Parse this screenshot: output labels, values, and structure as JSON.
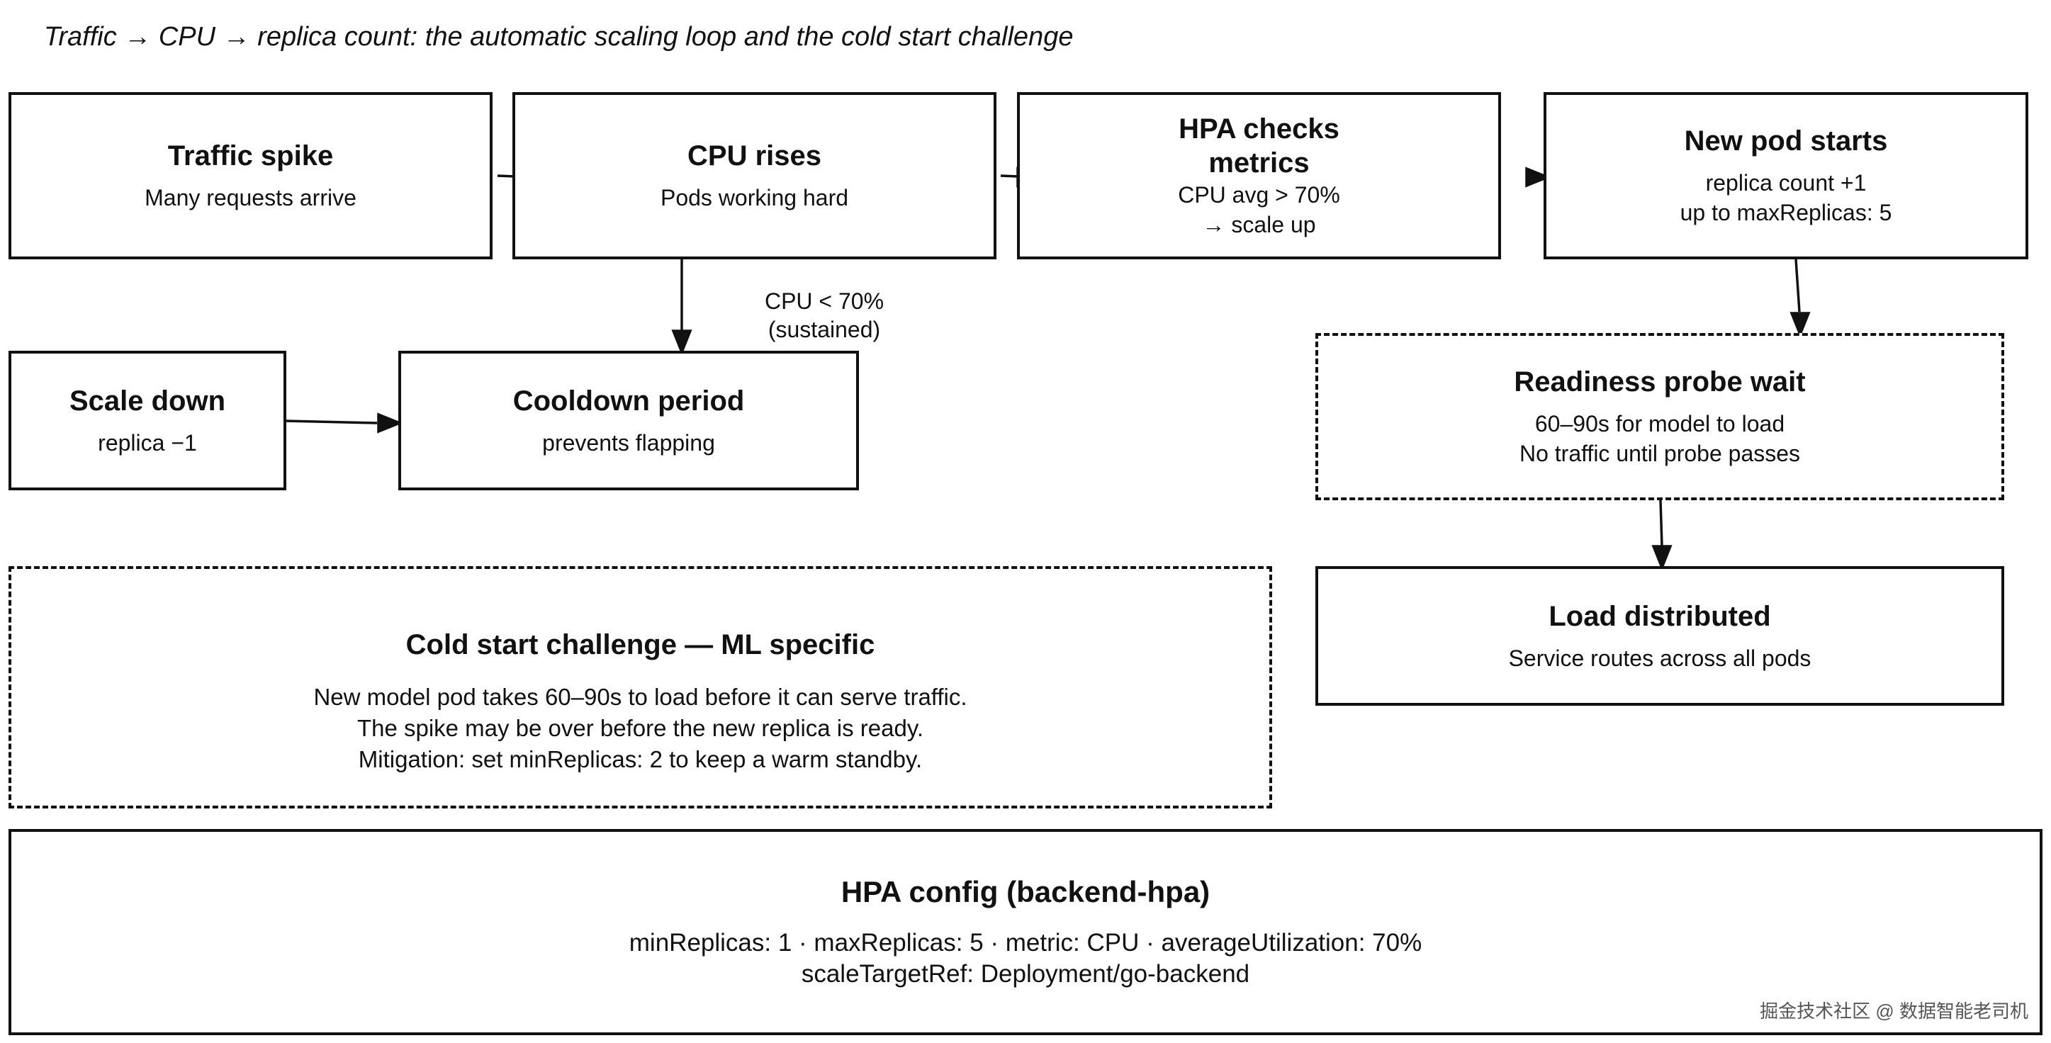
{
  "title": "Traffic → CPU → replica count: the automatic scaling loop and the cold start challenge",
  "nodes": {
    "traffic_spike": {
      "heading": "Traffic spike",
      "lines": [
        "Many requests arrive"
      ]
    },
    "cpu_rises": {
      "heading": "CPU rises",
      "lines": [
        "Pods working hard"
      ]
    },
    "hpa_checks": {
      "heading": [
        "HPA checks",
        "metrics"
      ],
      "lines": [
        "CPU avg > 70%",
        "→ scale up"
      ]
    },
    "new_pod": {
      "heading": "New pod starts",
      "lines": [
        "replica count +1",
        "up to maxReplicas: 5"
      ]
    },
    "scale_down": {
      "heading": "Scale down",
      "lines": [
        "replica −1"
      ]
    },
    "cooldown": {
      "heading": "Cooldown period",
      "lines": [
        "prevents flapping"
      ]
    },
    "readiness": {
      "heading": "Readiness probe wait",
      "lines": [
        "60–90s for model to load",
        "No traffic until probe passes"
      ]
    },
    "load_distributed": {
      "heading": "Load distributed",
      "lines": [
        "Service routes across all pods"
      ]
    },
    "cold_start": {
      "heading": "Cold start challenge — ML specific",
      "lines": [
        "New model pod takes 60–90s to load before it can serve traffic.",
        "The spike may be over before the new replica is ready.",
        "Mitigation: set minReplicas: 2 to keep a warm standby."
      ]
    },
    "hpa_config": {
      "heading": "HPA config (backend-hpa)",
      "lines": [
        "minReplicas: 1 · maxReplicas: 5 · metric: CPU · averageUtilization: 70%",
        "scaleTargetRef: Deployment/go-backend"
      ]
    }
  },
  "edge_labels": {
    "cpu_below": [
      "CPU < 70%",
      "(sustained)"
    ]
  },
  "watermark": "掘金技术社区 @ 数据智能老司机",
  "colors": {
    "stroke": "#111111",
    "background": "#ffffff"
  }
}
